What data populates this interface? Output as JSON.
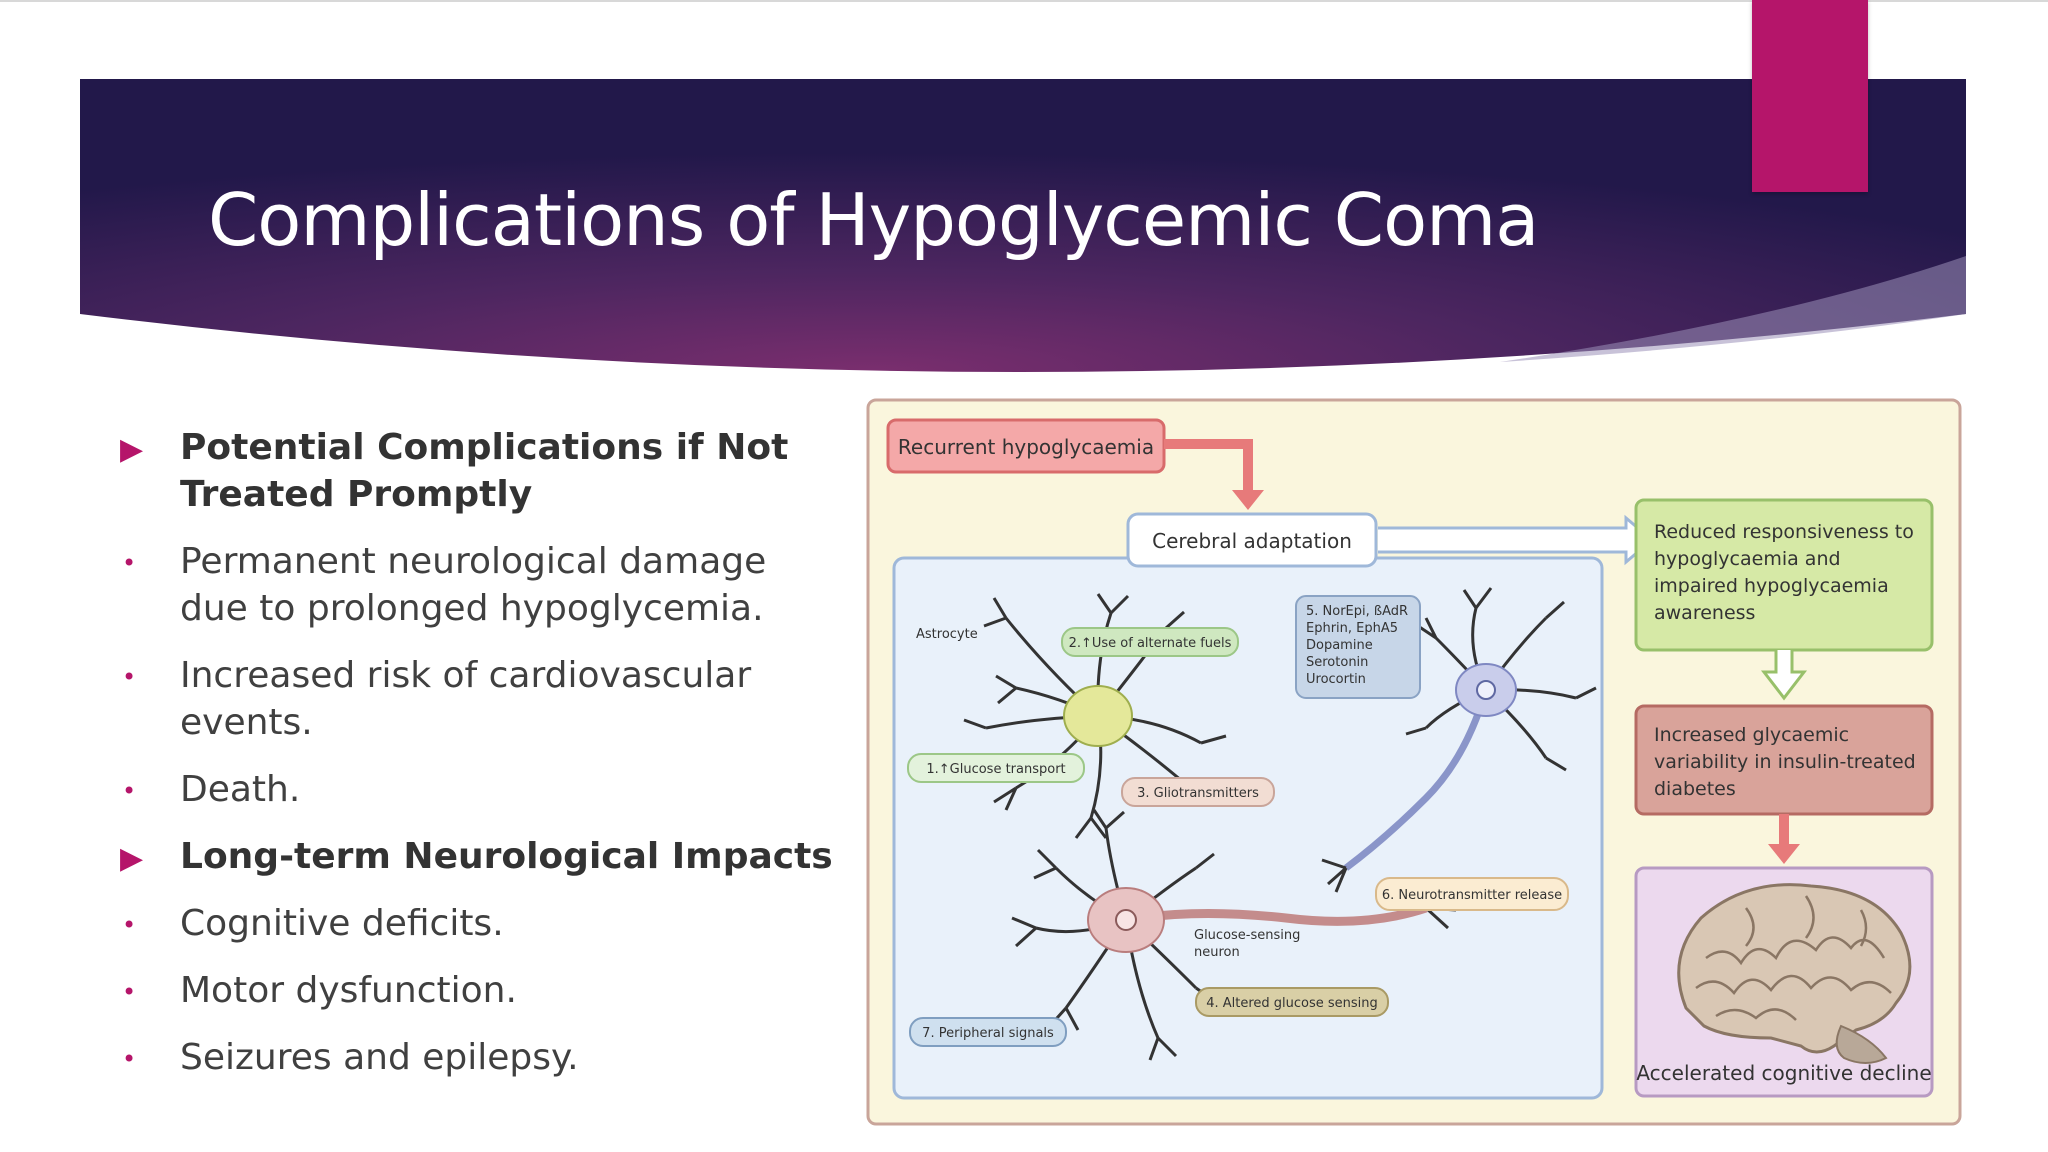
{
  "slide": {
    "title": "Complications of Hypoglycemic Coma",
    "colors": {
      "banner_dark": "#2a1d4d",
      "banner_mid": "#6b2a68",
      "accent": "#b5156a"
    }
  },
  "bullets": [
    {
      "kind": "heading",
      "marker": "triangle-bullet-icon",
      "text": "Potential Complications if Not Treated Promptly"
    },
    {
      "kind": "sub",
      "marker": "dot-bullet-icon",
      "text": "Permanent neurological damage due to prolonged hypoglycemia."
    },
    {
      "kind": "sub",
      "marker": "dot-bullet-icon",
      "text": "Increased risk of cardiovascular events."
    },
    {
      "kind": "sub",
      "marker": "dot-bullet-icon",
      "text": "Death."
    },
    {
      "kind": "heading",
      "marker": "triangle-bullet-icon",
      "text": "Long-term Neurological Impacts"
    },
    {
      "kind": "sub",
      "marker": "dot-bullet-icon",
      "text": "Cognitive deficits."
    },
    {
      "kind": "sub",
      "marker": "dot-bullet-icon",
      "text": "Motor dysfunction."
    },
    {
      "kind": "sub",
      "marker": "dot-bullet-icon",
      "text": "Seizures and epilepsy."
    }
  ],
  "diagram": {
    "recurrent": "Recurrent hypoglycaemia",
    "cerebral": "Cerebral adaptation",
    "reduced": [
      "Reduced responsiveness to",
      "hypoglycaemia and",
      "impaired hypoglycaemia",
      "awareness"
    ],
    "increased": [
      "Increased glycaemic",
      "variability in insulin-treated",
      "diabetes"
    ],
    "decline": "Accelerated cognitive decline",
    "astrocyte": "Astrocyte",
    "alt_fuels": "2.↑Use of alternate fuels",
    "glucose_transport": "1.↑Glucose transport",
    "gliotransmitters": "3. Gliotransmitters",
    "neuro_release": "6. Neurotransmitter release",
    "altered_sensing": "4. Altered glucose sensing",
    "peripheral": "7. Peripheral signals",
    "glucose_neuron": [
      "Glucose-sensing",
      "neuron"
    ],
    "transmitters": [
      "5. NorEpi, ßAdR",
      "Ephrin, EphA5",
      "Dopamine",
      "Serotonin",
      "Urocortin"
    ]
  }
}
